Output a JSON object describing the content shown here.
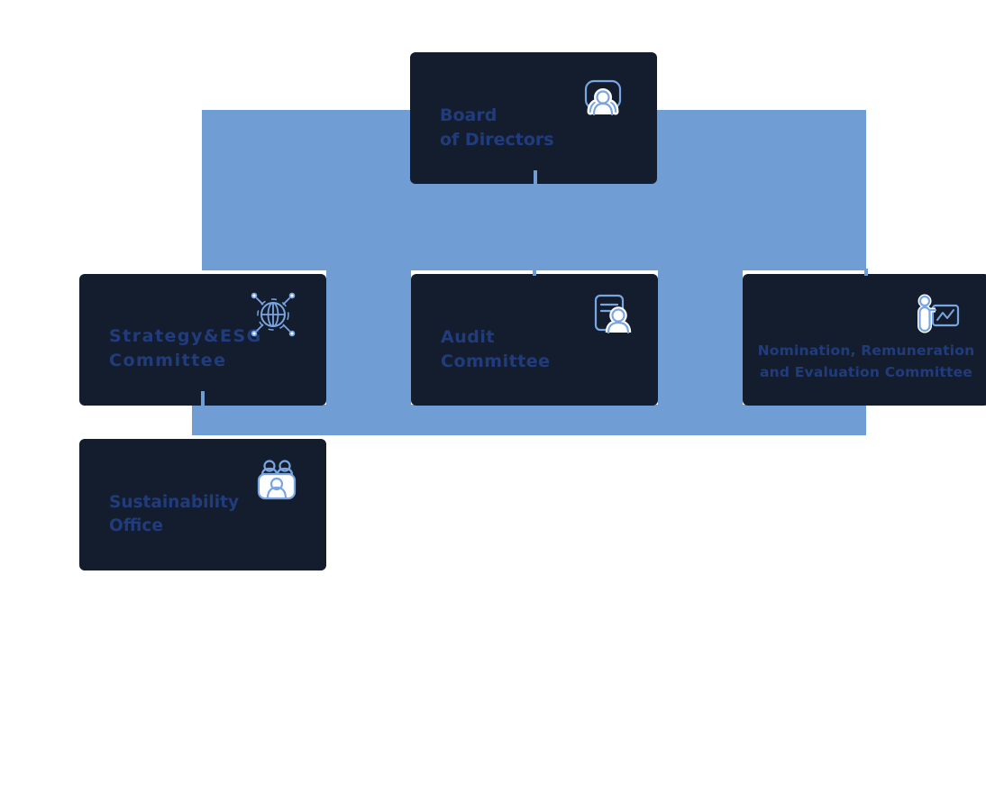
{
  "colors": {
    "connector_blue": "#709dd4",
    "frame_navy": "#141d2e",
    "label_navy": "#213c7d",
    "icon_blue": "#7aa5e3",
    "card_background": "#ffffff",
    "page_background": "#ffffff"
  },
  "org_chart": {
    "nodes": [
      {
        "id": "board-of-directors",
        "line1": "Board",
        "line2": "of Directors",
        "icon": "meeting-icon"
      },
      {
        "id": "strategy-esg-committee",
        "line1": "Strategy&ESG",
        "line2": "Committee",
        "icon": "globe-network-icon"
      },
      {
        "id": "audit-committee",
        "line1": "Audit",
        "line2": "Committee",
        "icon": "document-person-icon"
      },
      {
        "id": "nomination-remuneration-evaluation-committee",
        "line1": "Nomination, Remuneration",
        "line2": "and Evaluation Committee",
        "icon": "presenter-chart-icon"
      },
      {
        "id": "sustainability-office",
        "line1": "Sustainability",
        "line2": "Office",
        "icon": "team-meeting-icon"
      }
    ],
    "edges": [
      {
        "from": "board-of-directors",
        "to": "strategy-esg-committee"
      },
      {
        "from": "board-of-directors",
        "to": "audit-committee"
      },
      {
        "from": "board-of-directors",
        "to": "nomination-remuneration-evaluation-committee"
      },
      {
        "from": "strategy-esg-committee",
        "to": "sustainability-office"
      }
    ]
  }
}
